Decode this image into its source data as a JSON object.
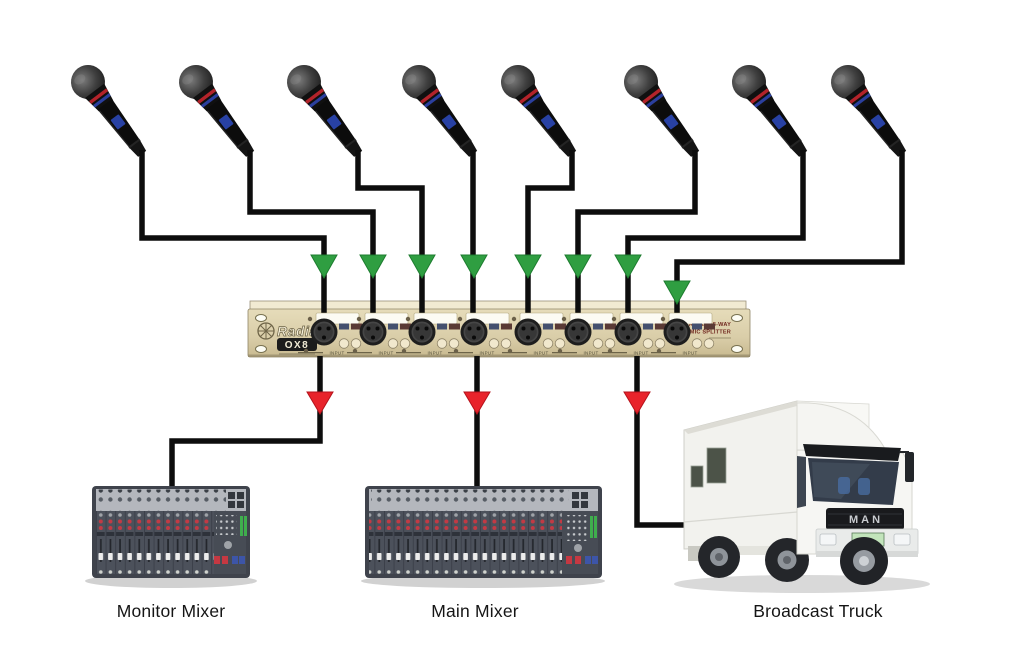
{
  "diagram": {
    "type": "audio-signal-flow",
    "description": "Eight microphones feed the inputs of a Radial OX8 8-way mic splitter; split outputs feed a monitor mixer, a main mixer and a broadcast truck"
  },
  "microphones": {
    "count": 8
  },
  "splitter": {
    "brand": "Radial",
    "model": "OX8",
    "panel_line1": "RADIAL 8-WAY",
    "panel_line2": "MIC SPLITTER",
    "input_label": "INPUT",
    "channels": 8
  },
  "connections": {
    "inputs": {
      "from": "Microphones",
      "to": "Splitter inputs",
      "count": 8,
      "arrow_color": "green"
    },
    "outputs": {
      "from": "Splitter",
      "count": 3,
      "arrow_color": "red"
    }
  },
  "outputs": [
    {
      "label": "Monitor Mixer"
    },
    {
      "label": "Main Mixer"
    },
    {
      "label": "Broadcast Truck"
    }
  ],
  "truck": {
    "grille_text": "MAN"
  },
  "colors": {
    "input_arrow_green": "#2f9e41",
    "output_arrow_red": "#e8232b",
    "cable_black": "#0d0d0d",
    "splitter_face": "#d9cda8",
    "background": "#ffffff"
  }
}
